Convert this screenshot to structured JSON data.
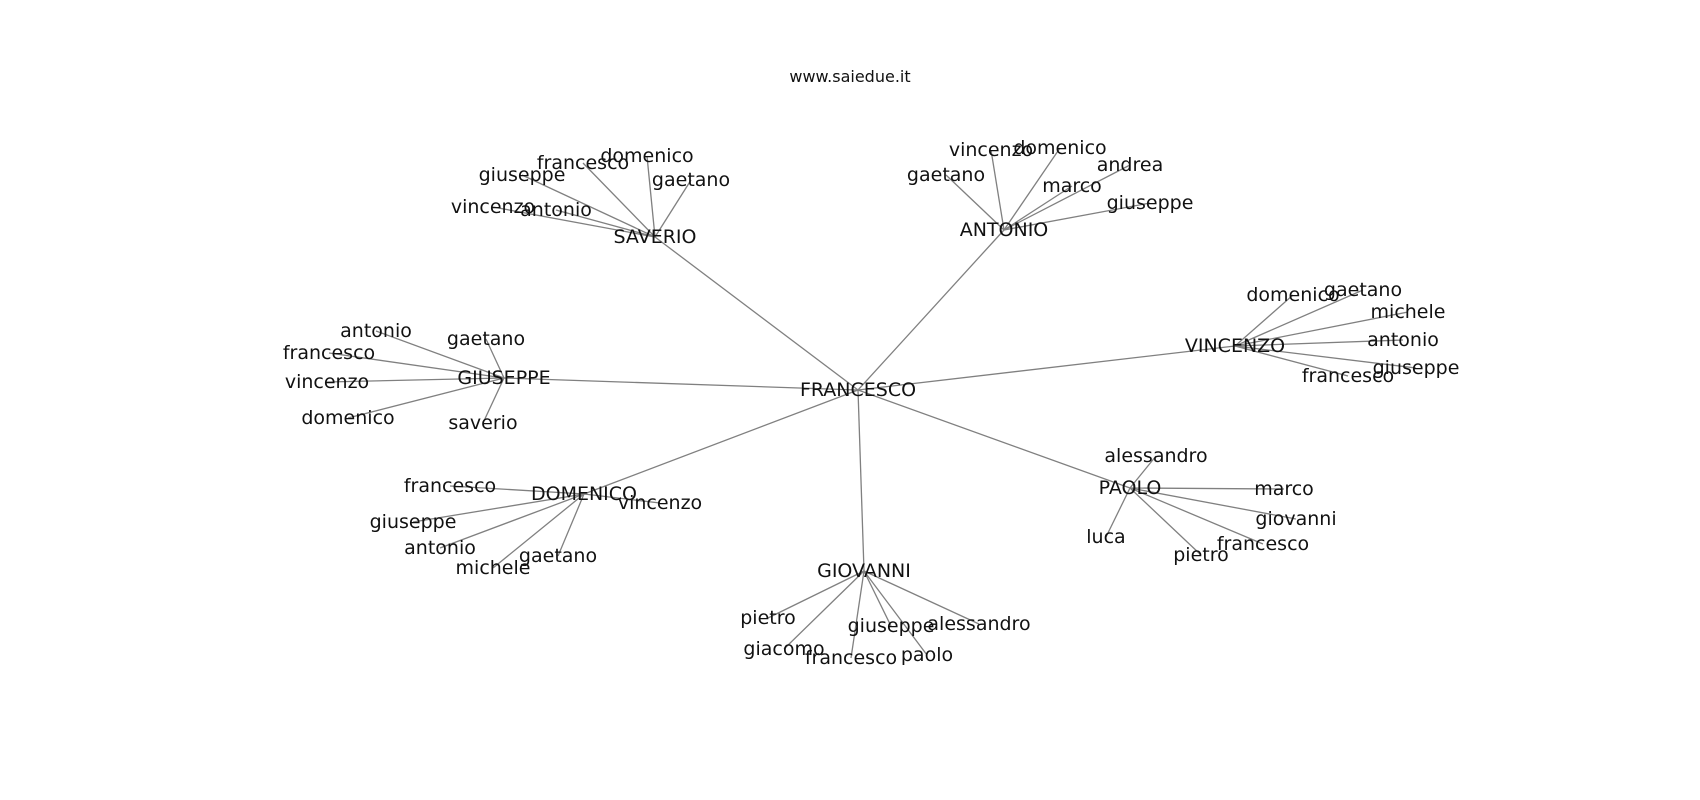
{
  "header": {
    "title": "www.saiedue.it"
  },
  "graph": {
    "root": "FRANCESCO",
    "groups": [
      {
        "name": "SAVERIO",
        "children": [
          "giuseppe",
          "francesco",
          "domenico",
          "gaetano",
          "vincenzo",
          "antonio"
        ]
      },
      {
        "name": "ANTONIO",
        "children": [
          "gaetano",
          "vincenzo",
          "domenico",
          "andrea",
          "marco",
          "giuseppe"
        ]
      },
      {
        "name": "VINCENZO",
        "children": [
          "domenico",
          "gaetano",
          "michele",
          "antonio",
          "giuseppe",
          "francesco"
        ]
      },
      {
        "name": "GIUSEPPE",
        "children": [
          "antonio",
          "gaetano",
          "francesco",
          "vincenzo",
          "domenico",
          "saverio"
        ]
      },
      {
        "name": "DOMENICO",
        "children": [
          "francesco",
          "vincenzo",
          "giuseppe",
          "antonio",
          "michele",
          "gaetano"
        ]
      },
      {
        "name": "PAOLO",
        "children": [
          "alessandro",
          "marco",
          "giovanni",
          "francesco",
          "pietro",
          "luca"
        ]
      },
      {
        "name": "GIOVANNI",
        "children": [
          "pietro",
          "giacomo",
          "francesco",
          "giuseppe",
          "alessandro",
          "paolo"
        ]
      }
    ]
  },
  "colors": {
    "edge": "#808080",
    "text": "#111111",
    "background": "#ffffff"
  }
}
